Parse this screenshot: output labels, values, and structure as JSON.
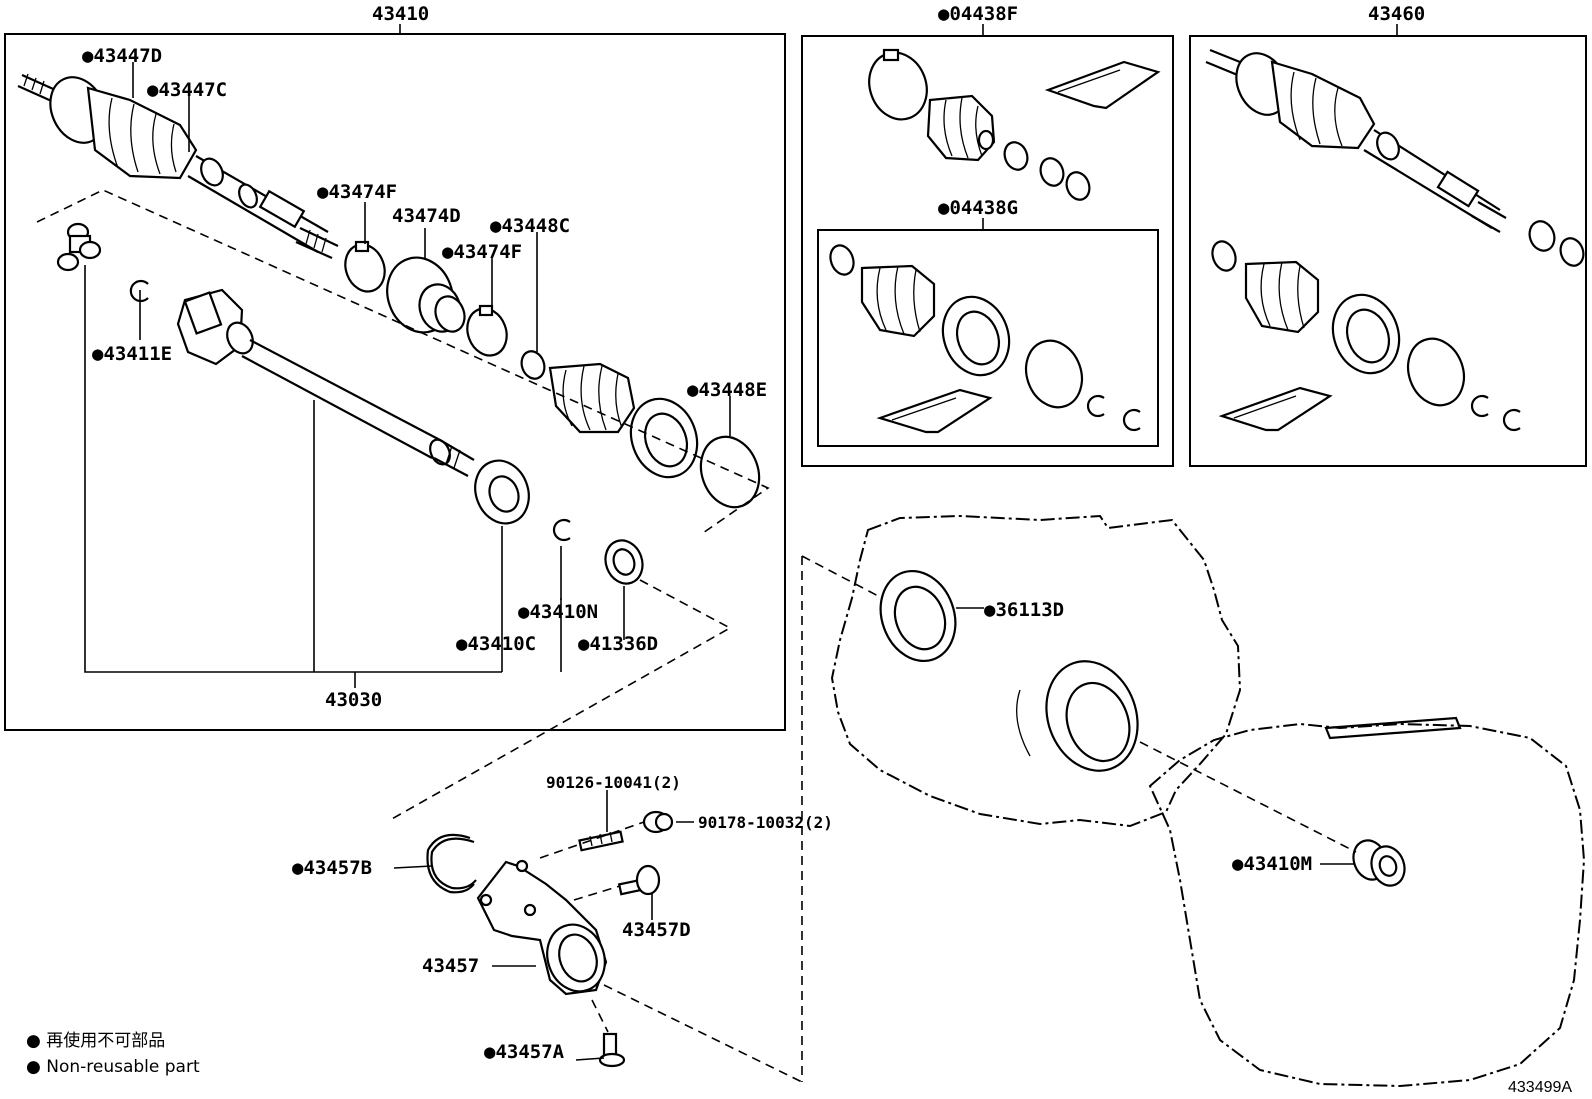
{
  "labels": {
    "l43410": "43410",
    "l04438F": "●04438F",
    "l43460": "43460",
    "l43447D": "●43447D",
    "l43447C": "●43447C",
    "l43474F_a": "●43474F",
    "l43474D": "43474D",
    "l43448C": "●43448C",
    "l43474F_b": "●43474F",
    "l43411E": "●43411E",
    "l43448E": "●43448E",
    "l43410N": "●43410N",
    "l43410C": "●43410C",
    "l41336D": "●41336D",
    "l43030": "43030",
    "l04438G": "●04438G",
    "l36113D": "●36113D",
    "l90126": "90126-10041(2)",
    "l90178": "90178-10032(2)",
    "l43457B": "●43457B",
    "l43457D": "43457D",
    "l43457": "43457",
    "l43457A": "●43457A",
    "l43410M": "●43410M"
  },
  "legend": {
    "line1": "● 再使用不可部品",
    "line2": "● Non-reusable part"
  },
  "figure_code": "433499A",
  "icons": [
    "drive-shaft-icon",
    "cv-boot-icon",
    "boot-clamp-icon",
    "snap-ring-icon",
    "bearing-icon",
    "oil-seal-icon",
    "bracket-icon",
    "bolt-icon",
    "grease-pack-icon",
    "transaxle-case-icon"
  ]
}
